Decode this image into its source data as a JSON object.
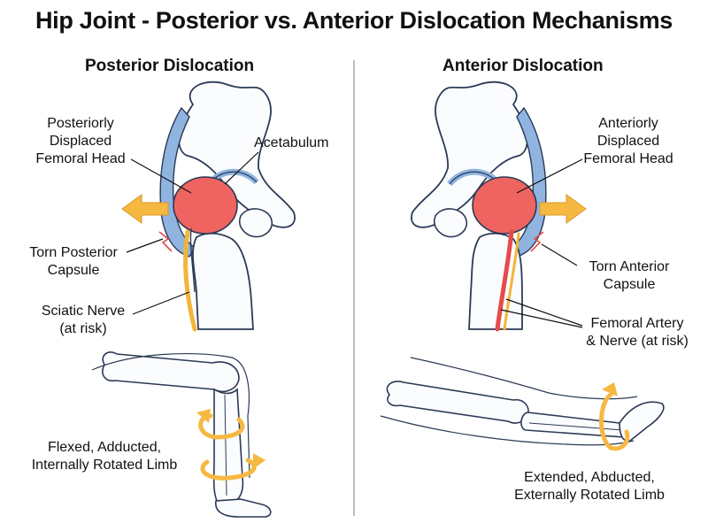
{
  "title": "Hip Joint - Posterior vs. Anterior Dislocation Mechanisms",
  "colors": {
    "femoral_head": "#ef6461",
    "capsule": "#8fb4e0",
    "nerve": "#f2b53a",
    "artery": "#e54b4b",
    "arrow": "#f5b942",
    "outline": "#2b3a55",
    "bone_fill": "#fbfcfe"
  },
  "posterior": {
    "heading": "Posterior Dislocation",
    "labels": {
      "femoral_head": [
        "Posteriorly",
        "Displaced",
        "Femoral Head"
      ],
      "acetabulum": [
        "Acetabulum"
      ],
      "capsule": [
        "Torn Posterior",
        "Capsule"
      ],
      "nerve": [
        "Sciatic Nerve",
        "(at risk)"
      ],
      "limb": [
        "Flexed, Adducted,",
        "Internally Rotated Limb"
      ]
    },
    "icons": [
      "arrow-left-icon",
      "rotation-arrow-icon"
    ]
  },
  "anterior": {
    "heading": "Anterior Dislocation",
    "labels": {
      "femoral_head": [
        "Anteriorly",
        "Displaced",
        "Femoral Head"
      ],
      "capsule": [
        "Torn Anterior",
        "Capsule"
      ],
      "vessels": [
        "Femoral Artery",
        "& Nerve (at risk)"
      ],
      "limb": [
        "Extended, Abducted,",
        "Externally Rotated Limb"
      ]
    },
    "icons": [
      "arrow-right-icon",
      "rotation-arrow-icon"
    ]
  }
}
